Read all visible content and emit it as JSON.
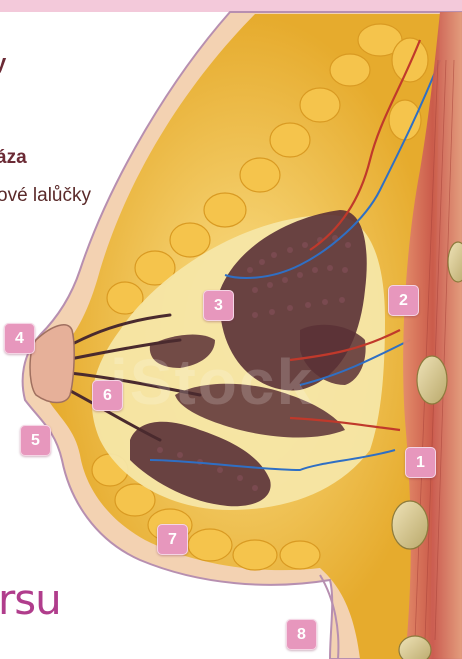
{
  "labels": {
    "line1": "y",
    "line2": "áza",
    "line3": "ové lalůčky",
    "footer": "rsu"
  },
  "markers": [
    "1",
    "2",
    "3",
    "4",
    "5",
    "6",
    "7",
    "8"
  ],
  "colors": {
    "marker": "#e797bd",
    "text_dark": "#6b2a35",
    "footer_text": "#b03d8c",
    "skin": "#f6d8b8",
    "fat": "#f2c04a",
    "lobule": "#5a3036",
    "muscle": "#c9574c",
    "vein": "#2f6fc4",
    "artery": "#c0392b"
  }
}
